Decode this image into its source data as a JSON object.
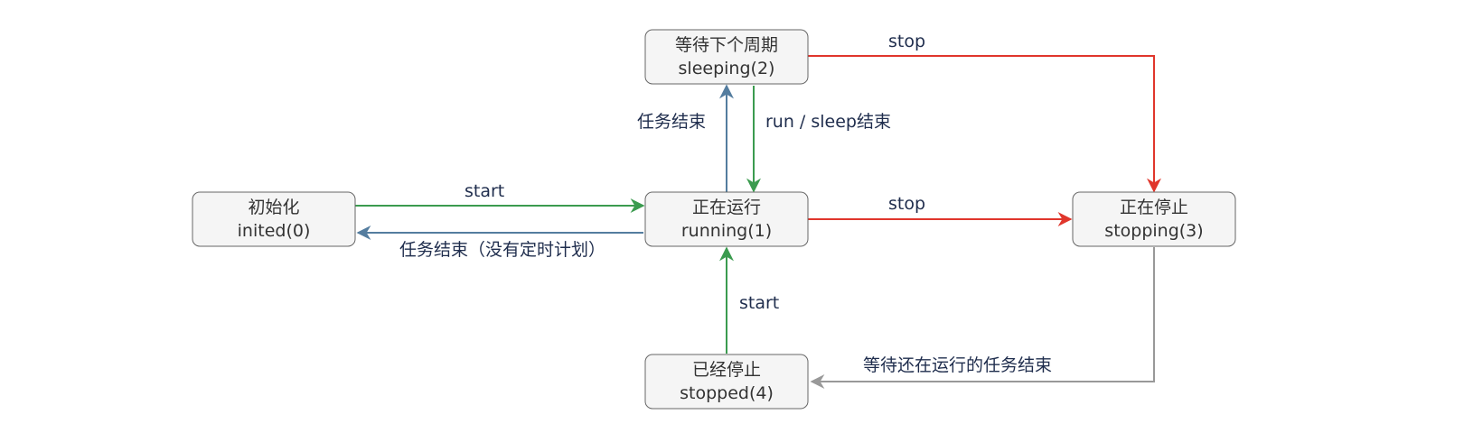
{
  "diagram": {
    "states": {
      "inited": {
        "name": "初始化",
        "code": "inited(0)"
      },
      "running": {
        "name": "正在运行",
        "code": "running(1)"
      },
      "sleeping": {
        "name": "等待下个周期",
        "code": "sleeping(2)"
      },
      "stopping": {
        "name": "正在停止",
        "code": "stopping(3)"
      },
      "stopped": {
        "name": "已经停止",
        "code": "stopped(4)"
      }
    },
    "transitions": {
      "inited_to_running": "start",
      "running_to_inited": "任务结束（没有定时计划）",
      "running_to_sleeping": "任务结束",
      "sleeping_to_running": "run / sleep结束",
      "sleeping_to_stopping": "stop",
      "running_to_stopping": "stop",
      "stopping_to_stopped": "等待还在运行的任务结束",
      "stopped_to_running": "start"
    },
    "colors": {
      "start": "#3b9b4f",
      "end": "#547d9f",
      "stop": "#e0362c",
      "wait": "#999999",
      "box_fill": "#f5f5f5",
      "box_stroke": "#666666"
    }
  }
}
